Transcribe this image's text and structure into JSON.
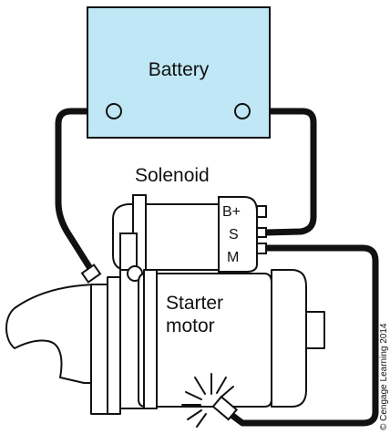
{
  "labels": {
    "battery": "Battery",
    "solenoid": "Solenoid",
    "starter_line1": "Starter",
    "starter_line2": "motor",
    "terminal_bplus": "B+",
    "terminal_s": "S",
    "terminal_m": "M",
    "copyright": "© Cengage Learning 2014"
  },
  "colors": {
    "battery_fill": "#bfe7f5",
    "outline": "#111111",
    "cable": "#111111",
    "background": "#ffffff"
  },
  "icons": {
    "battery": "battery-icon",
    "spark": "spark-icon"
  }
}
